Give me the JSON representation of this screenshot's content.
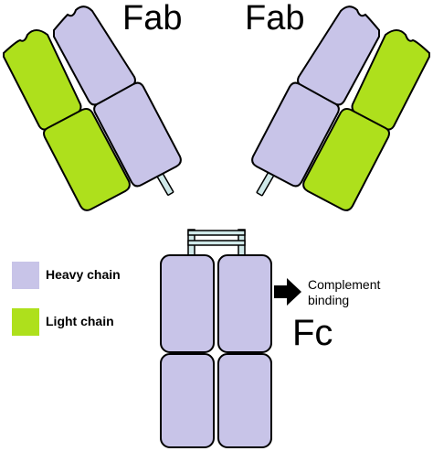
{
  "labels": {
    "fab_left": "Fab",
    "fab_right": "Fab",
    "fc": "Fc",
    "complement_line1": "Complement",
    "complement_line2": "binding"
  },
  "legend": [
    {
      "label": "Heavy chain",
      "color": "#c8c4e8"
    },
    {
      "label": "Light chain",
      "color": "#aee01c"
    }
  ],
  "colors": {
    "heavy": "#c8c4e8",
    "light": "#aee01c",
    "hinge": "#cfe8e8",
    "outline": "#000000"
  },
  "icons": {
    "complement_arrow": "arrow-right-icon"
  }
}
